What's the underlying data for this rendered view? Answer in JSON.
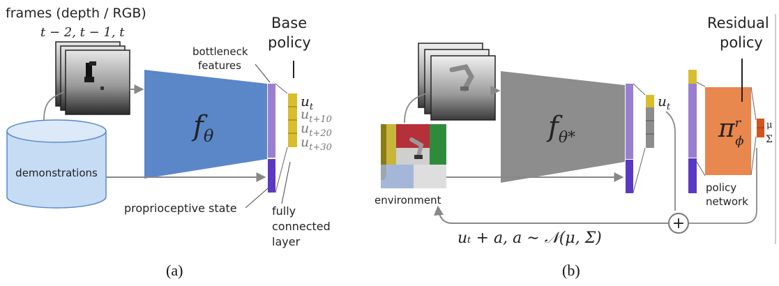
{
  "panel_a": {
    "frames_label": "frames (depth / RGB)",
    "frames_time": "t − 2, t − 1, t",
    "bottleneck_label_1": "bottleneck",
    "bottleneck_label_2": "features",
    "base_policy_1": "Base",
    "base_policy_2": "policy",
    "network_symbol": "f",
    "network_subscript": "θ",
    "demonstrations": "demonstrations",
    "proprioceptive": "proprioceptive state",
    "fc_1": "fully",
    "fc_2": "connected",
    "fc_3": "layer",
    "outputs": [
      "u",
      "u",
      "u",
      "u"
    ],
    "output_subscripts": [
      "t",
      "t+10",
      "t+20",
      "t+30"
    ],
    "caption": "(a)"
  },
  "panel_b": {
    "residual_1": "Residual",
    "residual_2": "policy",
    "network_symbol": "f",
    "network_subscript": "θ*",
    "output_u": "u",
    "output_u_sub": "t",
    "pi_symbol": "π",
    "pi_super": "r",
    "pi_sub": "ϕ",
    "mu": "μ",
    "sigma": "Σ",
    "policy_network_1": "policy",
    "policy_network_2": "network",
    "environment": "environment",
    "plus": "+",
    "feedback_equation": "uₜ + a,   a ∼ 𝒩(μ, Σ)",
    "caption": "(b)"
  },
  "colors": {
    "base_network": "#5b87c9",
    "residual_network": "#8d8d8d",
    "bottleneck": "#9a7fd1",
    "proprio": "#5b39c2",
    "output": "#d8bd2e",
    "policy_network": "#e8874e",
    "demos": "#c5dcf4"
  }
}
